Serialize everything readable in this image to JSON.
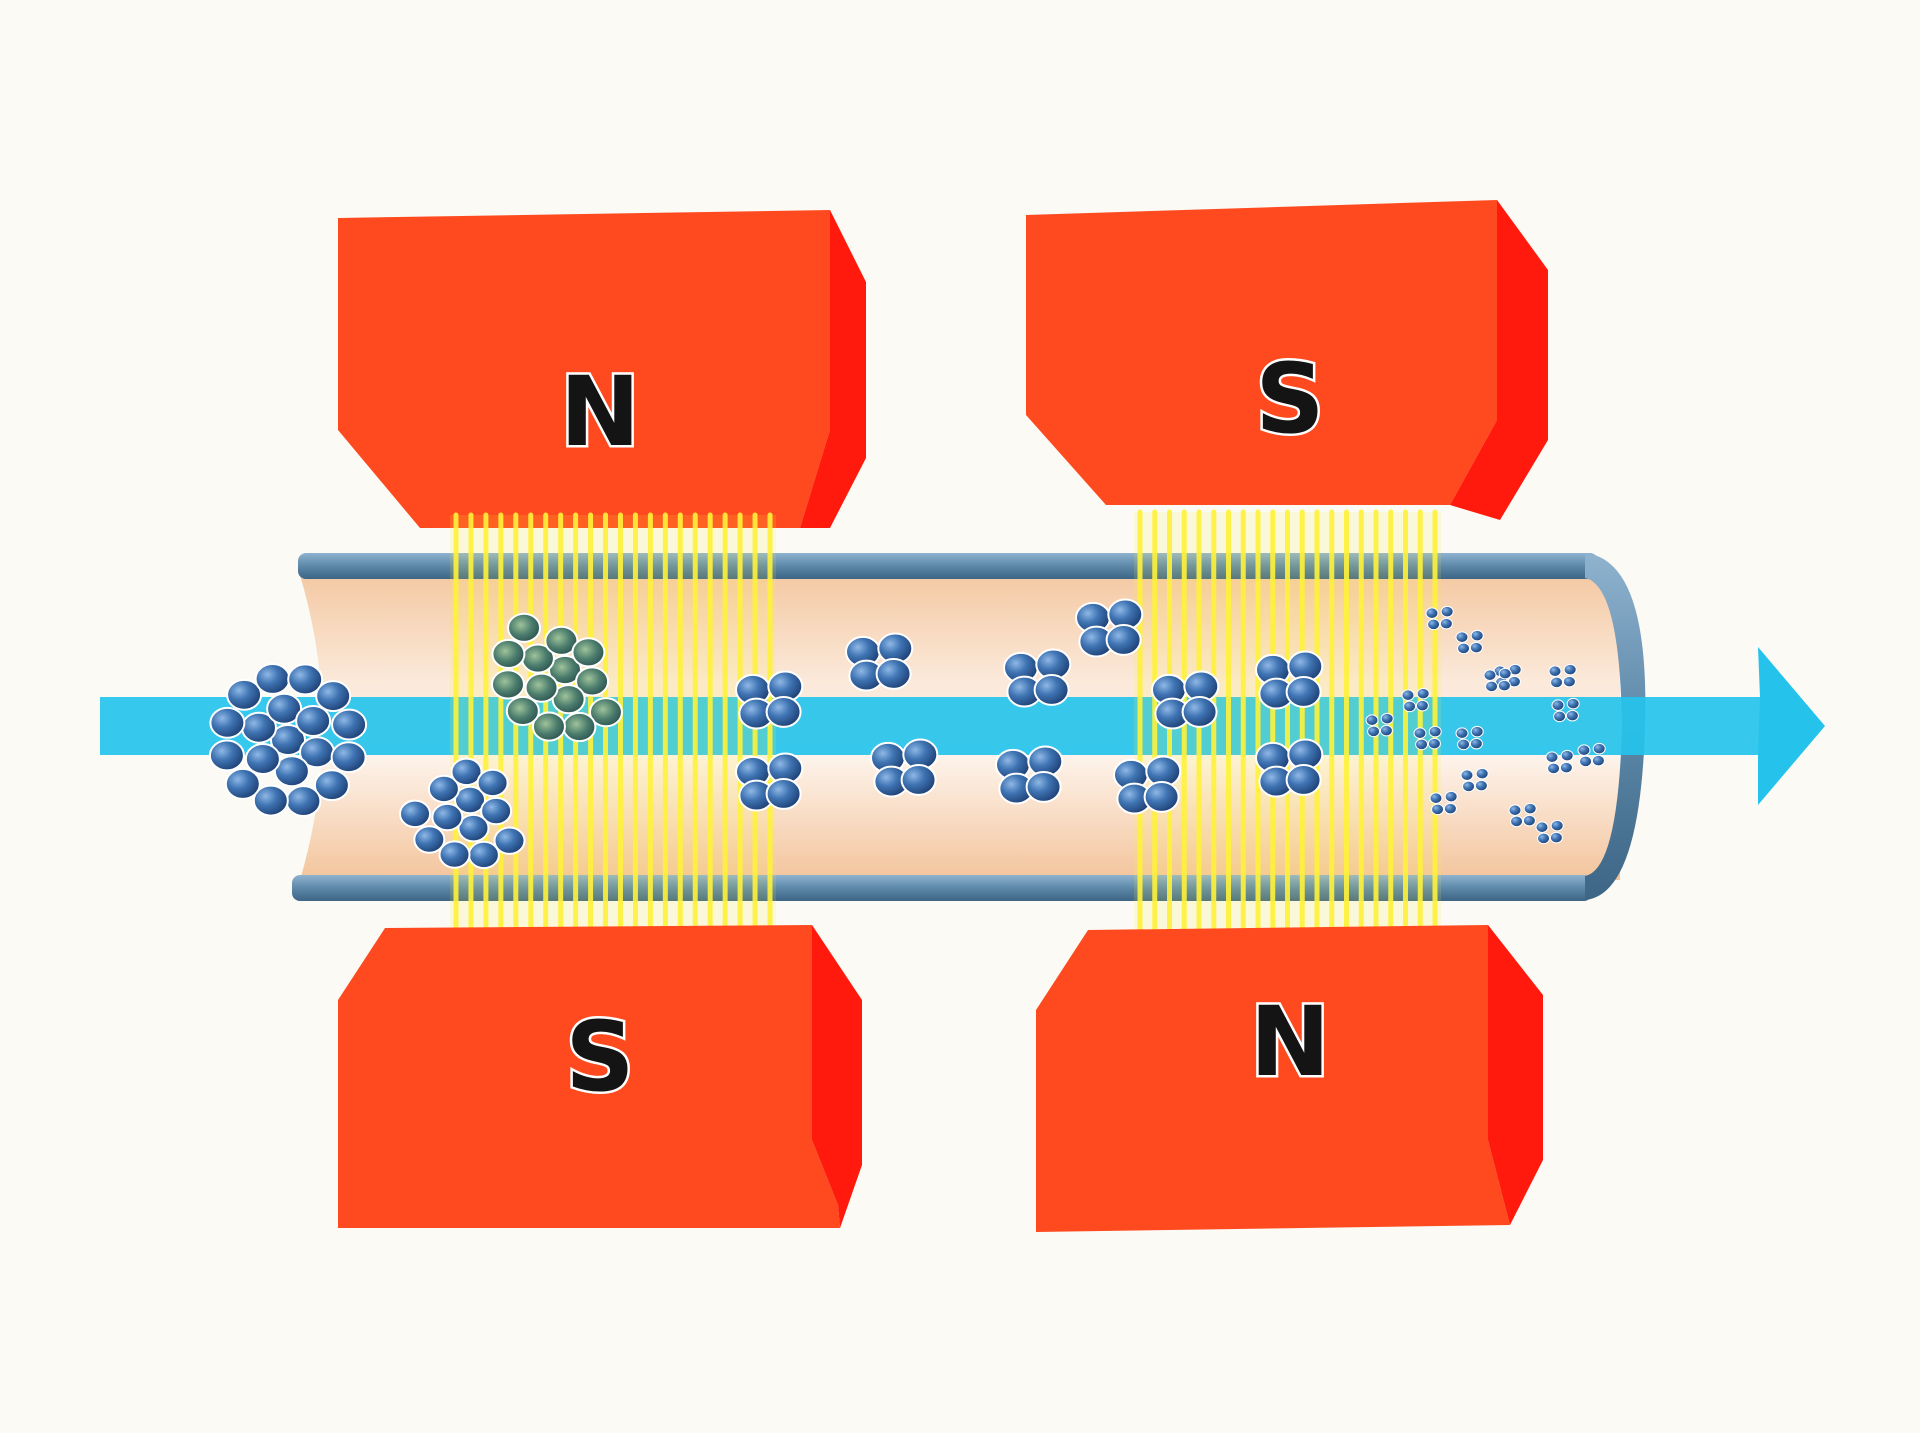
{
  "diagram": {
    "magnets": [
      {
        "id": "magnet-1-top",
        "pole": "N"
      },
      {
        "id": "magnet-1-bottom",
        "pole": "S"
      },
      {
        "id": "magnet-2-top",
        "pole": "S"
      },
      {
        "id": "magnet-2-bottom",
        "pole": "N"
      }
    ],
    "colors": {
      "magnet_face": "#ff4a1f",
      "magnet_side": "#ff1a0d",
      "field_lines": "#fff23a",
      "flow_arrow": "#25c3ec",
      "pipe_wall": "#5d88a8",
      "pipe_interior": "#f7dcc3",
      "particles": "#2d5e9c",
      "background": "#fbfaf5"
    },
    "icons": [
      "magnet-block",
      "field-line-coil",
      "particle-cluster",
      "flow-arrow"
    ]
  }
}
